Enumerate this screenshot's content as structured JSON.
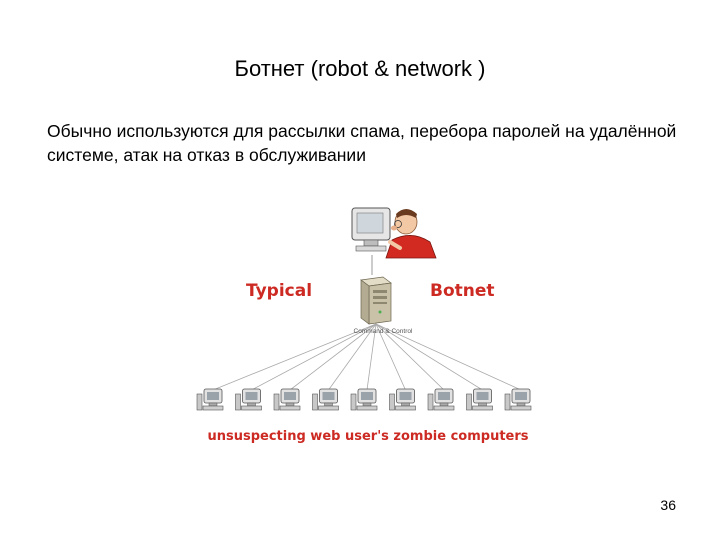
{
  "slide": {
    "title": "Ботнет (robot & network )",
    "body": "Обычно используются для рассылки спама, перебора паролей на удалённой системе, атак на отказ в обслуживании",
    "page_number": "36"
  },
  "diagram": {
    "label_left": "Typical",
    "label_right": "Botnet",
    "server_label": "Command & Control",
    "bottom_caption": "unsuspecting web user's zombie computers",
    "accent_color": "#cc2a22",
    "zombie_count": 9
  }
}
